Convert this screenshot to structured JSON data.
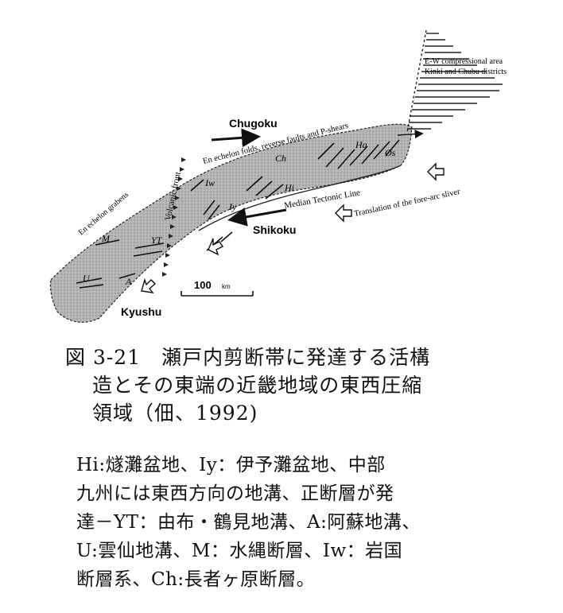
{
  "figure": {
    "ew_area_line1": "E-W compressional area",
    "ew_area_line2": "Kinki and Chubu districts",
    "chugoku": "Chugoku",
    "en_echelon_folds": "En echelon folds, reverse faults and P-shears",
    "volcanic_front": "Volcanic front",
    "en_echelon_grabens": "En echelon grabens",
    "median_tectonic_line": "Median Tectonic Line",
    "translation": "Translation of the fore-arc sliver",
    "shikoku": "Shikoku",
    "kyushu": "Kyushu",
    "scale_value": "100",
    "scale_unit": "km",
    "labels": {
      "ha": "Ha",
      "os": "Os",
      "ch": "Ch",
      "hi": "Hi",
      "iw": "Iw",
      "iy": "Iy",
      "yt": "YT",
      "m": "M",
      "u": "U",
      "a": "A"
    }
  },
  "caption": {
    "line1": "図 3-21　瀬戸内剪断帯に発達する活構",
    "line2": "造とその東端の近畿地域の東西圧縮",
    "line3": "領域（佃、1992)"
  },
  "note": {
    "line1": "Hi:燧灘盆地、Iy：伊予灘盆地、中部",
    "line2": "九州には東西方向の地溝、正断層が発",
    "line3": "達－YT：由布・鶴見地溝、A:阿蘇地溝、",
    "line4": "U:雲仙地溝、M：水縄断層、Iw：岩国",
    "line5": "断層系、Ch:長者ヶ原断層。"
  }
}
